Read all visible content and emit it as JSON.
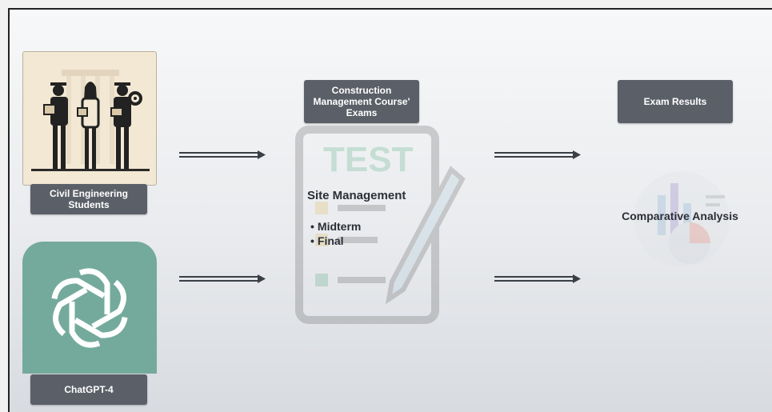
{
  "inputs": {
    "students_label": "Civil Engineering Students",
    "gpt_label": "ChatGPT-4"
  },
  "exam": {
    "header": "Construction Management Course' Exams",
    "illustration_word": "TEST",
    "subject": "Site Management",
    "items": [
      "Midterm",
      "Final"
    ]
  },
  "results": {
    "header": "Exam Results",
    "analysis": "Comparative Analysis"
  },
  "icons": [
    "students-illustration",
    "openai-logo-icon",
    "test-sheet-icon",
    "pencil-icon",
    "analysis-chart-icon"
  ],
  "colors": {
    "label_box": "#5b6068",
    "gpt_green": "#74aa9c",
    "text_dark": "#2b2f36"
  }
}
